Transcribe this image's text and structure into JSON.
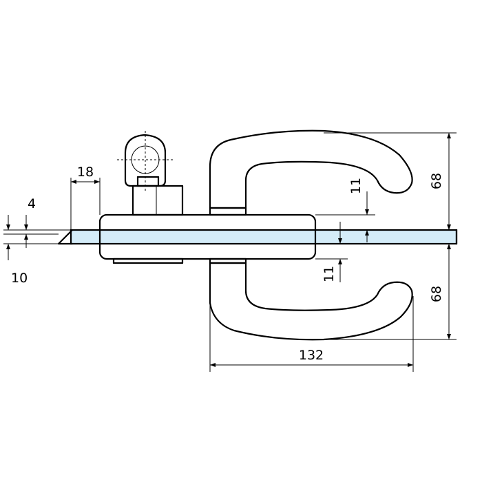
{
  "dimensions": {
    "top_width": "18",
    "glass_offset": "4",
    "glass_thickness": "10",
    "top_gap": "11",
    "bottom_gap": "11",
    "upper_handle_height": "68",
    "lower_handle_height": "68",
    "handle_length": "132"
  },
  "colors": {
    "glass_fill": "#d4ecf8",
    "line": "#000000"
  }
}
